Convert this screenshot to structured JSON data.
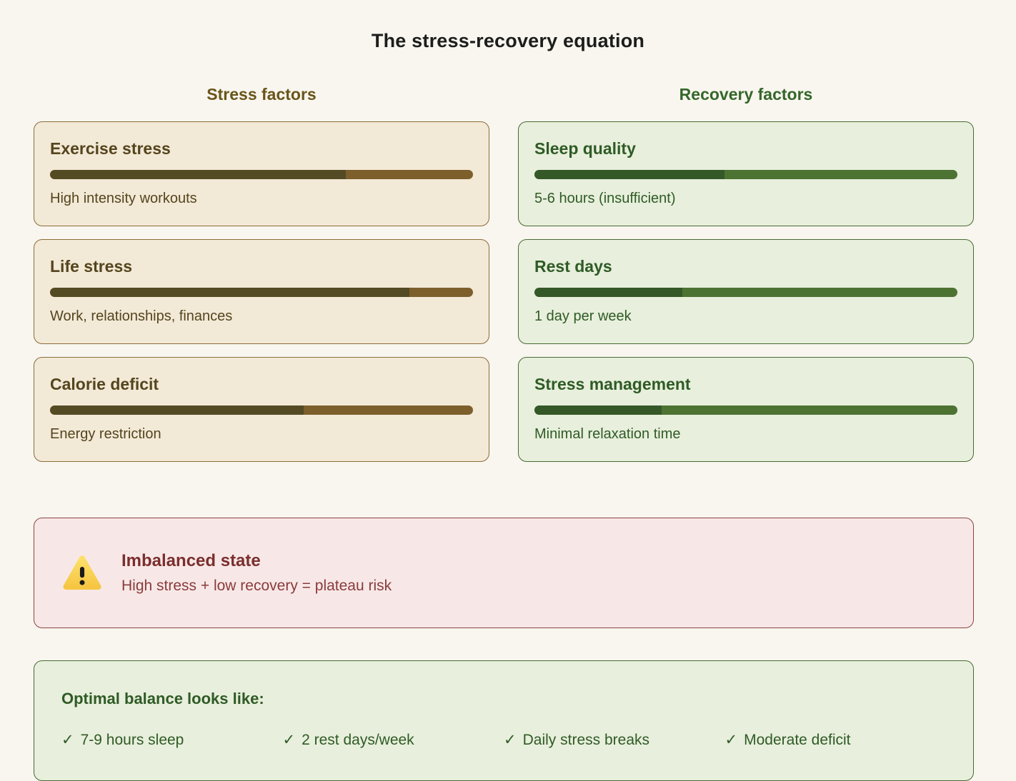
{
  "title": "The stress-recovery equation",
  "columns": {
    "stress": {
      "header": "Stress factors",
      "cards": [
        {
          "title": "Exercise stress",
          "subtitle": "High intensity workouts",
          "percent": 70
        },
        {
          "title": "Life stress",
          "subtitle": "Work, relationships, finances",
          "percent": 85
        },
        {
          "title": "Calorie deficit",
          "subtitle": "Energy restriction",
          "percent": 60
        }
      ]
    },
    "recovery": {
      "header": "Recovery factors",
      "cards": [
        {
          "title": "Sleep quality",
          "subtitle": "5-6 hours (insufficient)",
          "percent": 45
        },
        {
          "title": "Rest days",
          "subtitle": "1 day per week",
          "percent": 35
        },
        {
          "title": "Stress management",
          "subtitle": "Minimal relaxation time",
          "percent": 30
        }
      ]
    }
  },
  "warning": {
    "icon": "warning-triangle-icon",
    "title": "Imbalanced state",
    "text": "High stress + low recovery = plateau risk"
  },
  "optimal": {
    "title": "Optimal balance looks like:",
    "items": [
      {
        "check": "✓",
        "label": "7-9 hours sleep"
      },
      {
        "check": "✓",
        "label": "2 rest days/week"
      },
      {
        "check": "✓",
        "label": "Daily stress breaks"
      },
      {
        "check": "✓",
        "label": "Moderate deficit"
      }
    ]
  },
  "chart_data": {
    "type": "bar",
    "series": [
      {
        "name": "Stress factors",
        "categories": [
          "Exercise stress",
          "Life stress",
          "Calorie deficit"
        ],
        "values": [
          70,
          85,
          60
        ]
      },
      {
        "name": "Recovery factors",
        "categories": [
          "Sleep quality",
          "Rest days",
          "Stress management"
        ],
        "values": [
          45,
          35,
          30
        ]
      }
    ],
    "title": "The stress-recovery equation",
    "ylim": [
      0,
      100
    ]
  },
  "colors": {
    "page_bg": "#f8f6ef",
    "title_text": "#1d1d1b",
    "stress_header": "#6a5419",
    "stress_card_bg": "#f3e9d7",
    "stress_card_border": "#8b6c38",
    "stress_text": "#54451d",
    "stress_bar_track": "#7d5f2c",
    "stress_bar_fill": "#544a24",
    "recovery_header": "#35662a",
    "recovery_card_bg": "#e8efdc",
    "recovery_card_border": "#486b33",
    "recovery_text": "#2f5b26",
    "recovery_bar_track": "#4d7332",
    "recovery_bar_fill": "#345827",
    "warning_bg": "#f7e8e7",
    "warning_border": "#8d4444",
    "warning_title": "#7b2e2e",
    "warning_text": "#8a3b3b",
    "warning_icon_yellow": "#fbd44c",
    "warning_icon_black": "#1a1a1a"
  }
}
